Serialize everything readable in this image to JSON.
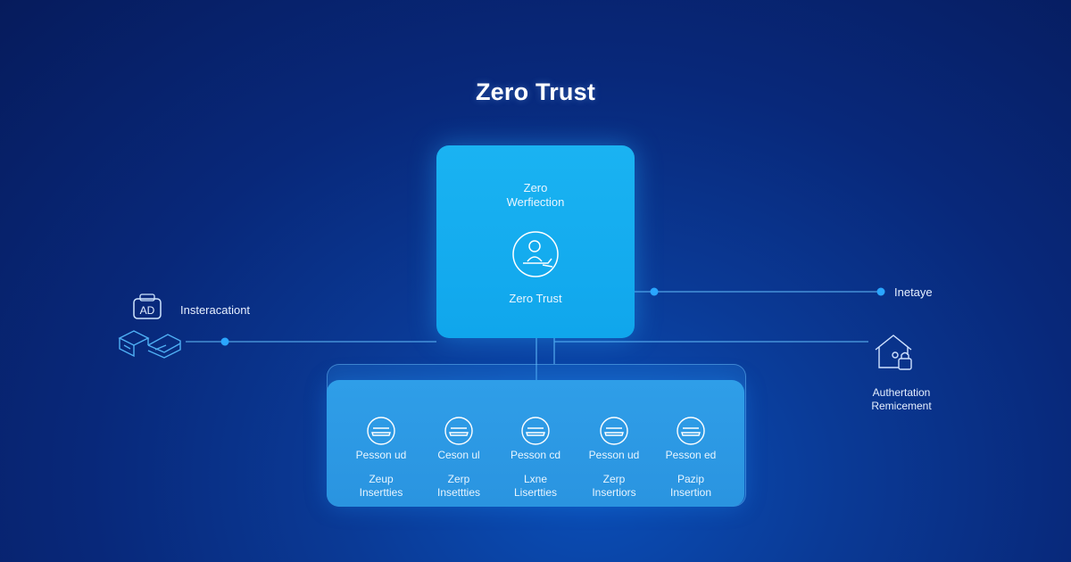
{
  "title": "Zero Trust",
  "main_box": {
    "top_line1": "Zero",
    "top_line2": "Werfiection",
    "bottom": "Zero Trust",
    "icon": "user-verification-icon"
  },
  "left_node": {
    "label": "Insteracationt",
    "badge_text": "AD",
    "icons": [
      "ad-badge-icon",
      "server-icon"
    ]
  },
  "right_node": {
    "label": "Inetaye"
  },
  "auth_node": {
    "line1": "Authertation",
    "line2": "Remicement",
    "icon": "house-lock-icon"
  },
  "nodes": [
    {
      "name": "Pesson ud",
      "desc1": "Zeup",
      "desc2": "Insertties"
    },
    {
      "name": "Ceson ul",
      "desc1": "Zerp",
      "desc2": "Insettties"
    },
    {
      "name": "Pesson cd",
      "desc1": "Lxne",
      "desc2": "Lisertties"
    },
    {
      "name": "Pesson ud",
      "desc1": "Zerp",
      "desc2": "Insertiors"
    },
    {
      "name": "Pesson ed",
      "desc1": "Pazip",
      "desc2": "Insertion"
    }
  ],
  "colors": {
    "accent": "#1ab3f2",
    "panel": "#2f9ee8",
    "line": "#5fb6f5",
    "dot": "#2aa6ff"
  }
}
